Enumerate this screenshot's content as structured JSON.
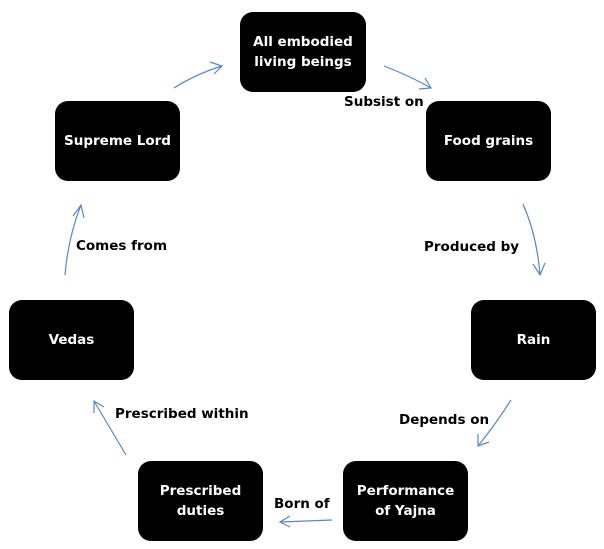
{
  "diagram": {
    "type": "cycle",
    "colors": {
      "node_fill": "#000000",
      "node_text": "#ffffff",
      "arrow": "#5b87c5",
      "label_text": "#000000"
    },
    "nodes": [
      {
        "id": "beings",
        "text": "All embodied\nliving beings"
      },
      {
        "id": "food",
        "text": "Food grains"
      },
      {
        "id": "rain",
        "text": "Rain"
      },
      {
        "id": "yajna",
        "text": "Performance\nof Yajna"
      },
      {
        "id": "duties",
        "text": "Prescribed\nduties"
      },
      {
        "id": "vedas",
        "text": "Vedas"
      },
      {
        "id": "lord",
        "text": "Supreme Lord"
      }
    ],
    "edges": [
      {
        "from": "beings",
        "to": "food",
        "label": "Subsist on"
      },
      {
        "from": "food",
        "to": "rain",
        "label": "Produced by"
      },
      {
        "from": "rain",
        "to": "yajna",
        "label": "Depends on"
      },
      {
        "from": "yajna",
        "to": "duties",
        "label": "Born of"
      },
      {
        "from": "duties",
        "to": "vedas",
        "label": "Prescribed within"
      },
      {
        "from": "vedas",
        "to": "lord",
        "label": "Comes from"
      },
      {
        "from": "lord",
        "to": "beings",
        "label": ""
      }
    ]
  }
}
